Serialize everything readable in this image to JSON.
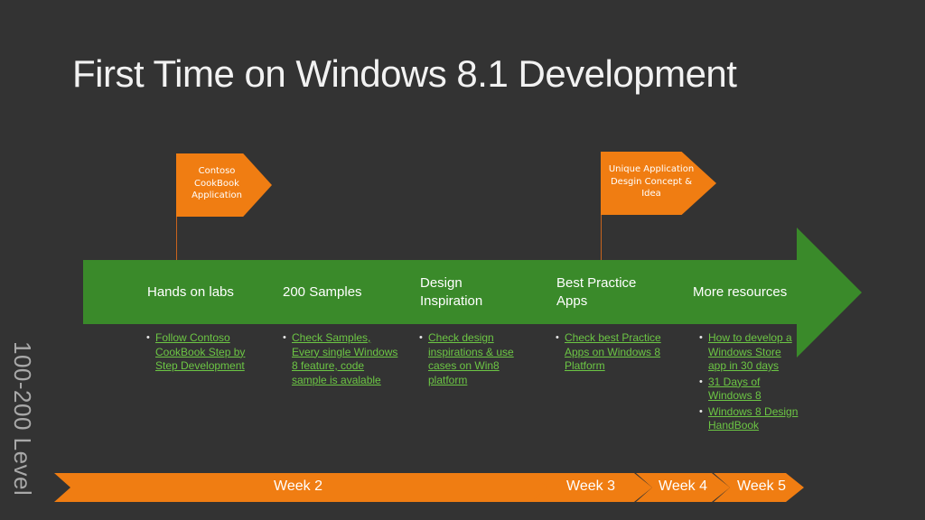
{
  "slide": {
    "title": "First Time on Windows 8.1 Development",
    "side_label": "100-200 Level"
  },
  "colors": {
    "background": "#333333",
    "green": "#3a8a2a",
    "orange": "#f07d12",
    "link": "#6cc644"
  },
  "flags": [
    {
      "text": "Contoso CookBook Application"
    },
    {
      "text": "Unique Application Desgin Concept & Idea"
    }
  ],
  "steps": [
    {
      "label": "Hands on labs",
      "items": [
        "Follow Contoso CookBook Step by Step Development"
      ]
    },
    {
      "label": "200 Samples",
      "items": [
        "Check Samples, Every single Windows 8 feature, code sample is avalable"
      ]
    },
    {
      "label": "Design Inspiration",
      "items": [
        "Check design inspirations & use cases on Win8 platform"
      ]
    },
    {
      "label": "Best Practice Apps",
      "items": [
        "Check best Practice Apps on Windows 8 Platform"
      ]
    },
    {
      "label": "More resources",
      "items": [
        "How to develop a Windows Store app in 30 days",
        "31 Days of Windows 8",
        "Windows 8 Design HandBook"
      ]
    }
  ],
  "weeks": [
    {
      "label": "Week 2"
    },
    {
      "label": "Week 3"
    },
    {
      "label": "Week 4"
    },
    {
      "label": "Week 5"
    }
  ]
}
